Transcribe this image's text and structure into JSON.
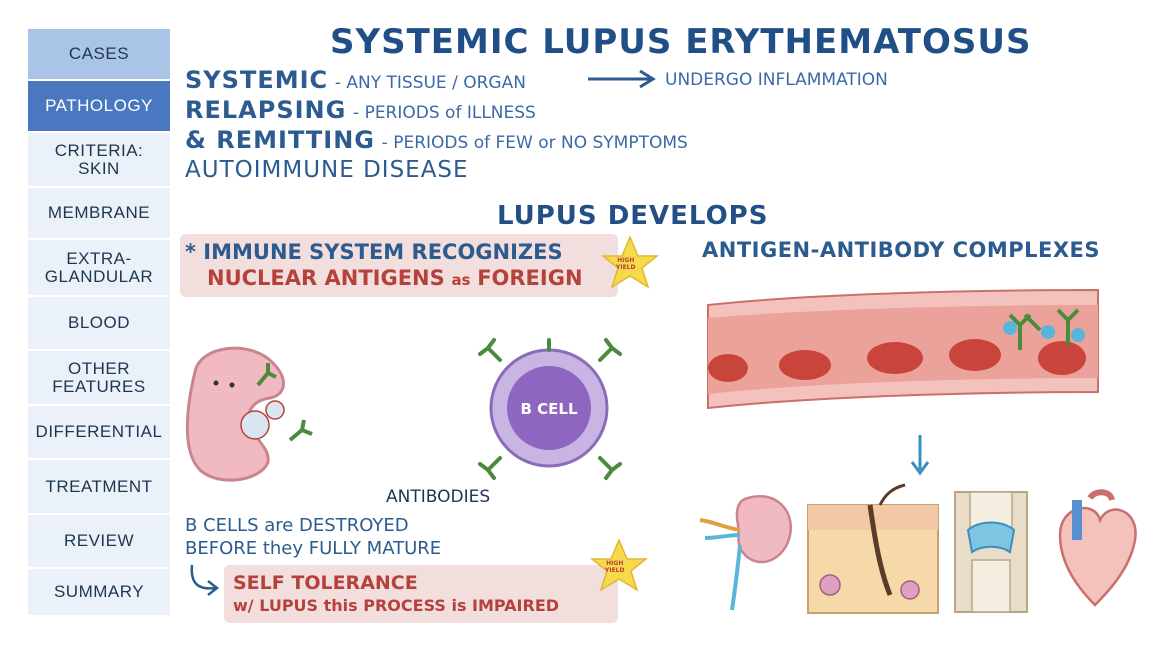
{
  "nav": {
    "items": [
      {
        "label": "CASES"
      },
      {
        "label": "PATHOLOGY"
      },
      {
        "label": "CRITERIA:\nSKIN"
      },
      {
        "label": "MEMBRANE"
      },
      {
        "label": "EXTRA-\nGLANDULAR"
      },
      {
        "label": "BLOOD"
      },
      {
        "label": "OTHER\nFEATURES"
      },
      {
        "label": "DIFFERENTIAL"
      },
      {
        "label": "TREATMENT"
      },
      {
        "label": "REVIEW"
      },
      {
        "label": "SUMMARY"
      }
    ],
    "active": "PATHOLOGY"
  },
  "title": "SYSTEMIC LUPUS ERYTHEMATOSUS",
  "definitions": {
    "systemic_term": "SYSTEMIC",
    "systemic_desc": "- ANY TISSUE / ORGAN",
    "systemic_result": "UNDERGO INFLAMMATION",
    "relapsing_term": "RELAPSING",
    "relapsing_desc": "- PERIODS of ILLNESS",
    "remitting_term": "& REMITTING",
    "remitting_desc": "- PERIODS of FEW or NO SYMPTOMS",
    "autoimmune": "AUTOIMMUNE DISEASE"
  },
  "lupus_develops": "LUPUS DEVELOPS",
  "immune": {
    "line1": "* IMMUNE SYSTEM RECOGNIZES",
    "line2_red": "NUCLEAR ANTIGENS",
    "line2_as": "as",
    "line2_end": "FOREIGN"
  },
  "high_yield": {
    "line1": "HIGH",
    "line2": "YIELD"
  },
  "b_cell_label": "B CELL",
  "antibodies_label": "ANTIBODIES",
  "b_cells": {
    "line1": "B CELLS are DESTROYED",
    "line2": "BEFORE they FULLY MATURE"
  },
  "self_tolerance": {
    "title": "SELF TOLERANCE",
    "desc": "w/ LUPUS this PROCESS is IMPAIRED"
  },
  "complexes_title": "ANTIGEN-ANTIBODY COMPLEXES",
  "colors": {
    "nav_active": "#4a78c0",
    "nav_cases": "#a9c4e6",
    "nav_item": "#eaf1f8",
    "title": "#1f4f86",
    "text_blue": "#2c5b90",
    "text_red": "#b5423a",
    "highlight_box": "#f3dede",
    "star": "#f7d94c",
    "b_cell": "#9b7cc4",
    "vessel": "#e79a95",
    "rbc": "#c9453c"
  },
  "icons": [
    "immune-cell-icon",
    "b-cell-icon",
    "blood-vessel-icon",
    "kidney-icon",
    "skin-icon",
    "knee-joint-icon",
    "heart-icon",
    "star-badge-icon",
    "arrow-icon"
  ]
}
